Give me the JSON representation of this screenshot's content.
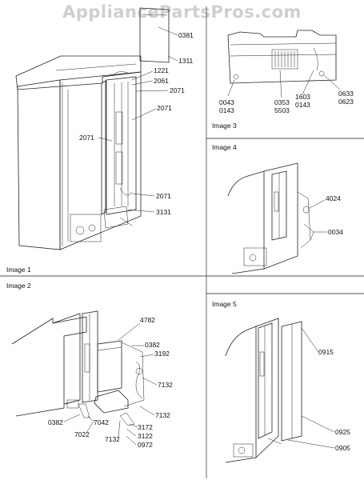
{
  "watermark": "AppliancePartsPros.com",
  "panels": {
    "image1": {
      "caption": "Image 1",
      "callouts": [
        "0381",
        "1311",
        "1221",
        "2061",
        "2071",
        "2071",
        "2071",
        "2071",
        "3131"
      ]
    },
    "image2": {
      "caption": "Image 2",
      "callouts": [
        "4782",
        "0382",
        "3192",
        "7132",
        "7132",
        "0382",
        "7042",
        "7022",
        "7132",
        "3172",
        "3122",
        "0972"
      ]
    },
    "image3": {
      "caption": "Image 3",
      "callouts": [
        "0043",
        "0143",
        "0353",
        "5503",
        "1603",
        "0143",
        "0633",
        "0623"
      ]
    },
    "image4": {
      "caption": "Image 4",
      "callouts": [
        "4024",
        "0034"
      ]
    },
    "image5": {
      "caption": "Image 5",
      "callouts": [
        "0915",
        "0925",
        "0905"
      ]
    }
  }
}
